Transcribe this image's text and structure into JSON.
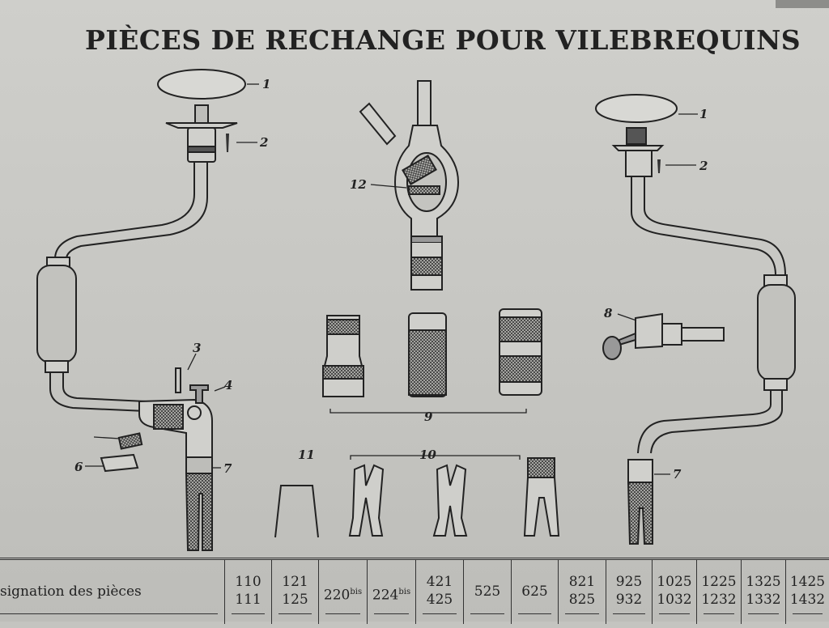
{
  "title": "PIÈCES DE RECHANGE POUR VILEBREQUINS",
  "labels": {
    "n1a": "1",
    "n2a": "2",
    "n3": "3",
    "n4": "4",
    "n6": "6",
    "n7a": "7",
    "n12": "12",
    "n9": "9",
    "n11": "11",
    "n10": "10",
    "n1b": "1",
    "n2b": "2",
    "n8": "8",
    "n7b": "7"
  },
  "table": {
    "header": "signation des pièces",
    "columns": [
      {
        "line1": "110",
        "line2": "111"
      },
      {
        "line1": "121",
        "line2": "125"
      },
      {
        "single": "220",
        "sup": "bis"
      },
      {
        "single": "224",
        "sup": "bis"
      },
      {
        "line1": "421",
        "line2": "425"
      },
      {
        "single": "525"
      },
      {
        "single": "625"
      },
      {
        "line1": "821",
        "line2": "825"
      },
      {
        "line1": "925",
        "line2": "932"
      },
      {
        "line1": "1025",
        "line2": "1032"
      },
      {
        "line1": "1225",
        "line2": "1232"
      },
      {
        "line1": "1325",
        "line2": "1332"
      },
      {
        "line1": "1425",
        "line2": "1432"
      }
    ]
  }
}
